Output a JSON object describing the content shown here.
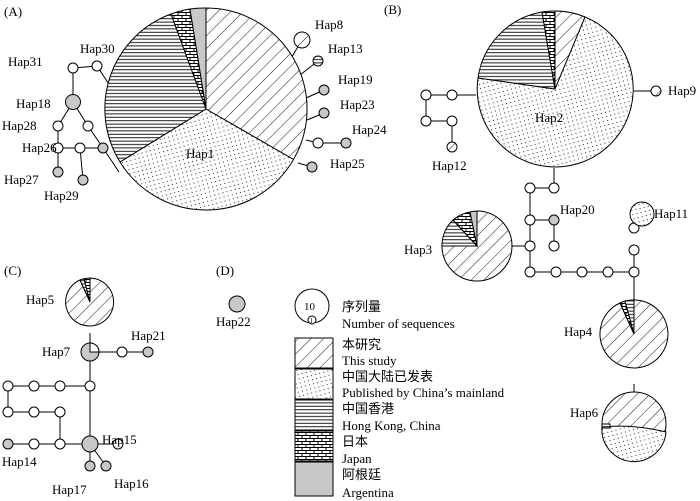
{
  "panels": {
    "a": "(A)",
    "b": "(B)",
    "c": "(C)",
    "d": "(D)"
  },
  "haplotypes": {
    "hap1": "Hap1",
    "hap2": "Hap2",
    "hap3": "Hap3",
    "hap4": "Hap4",
    "hap5": "Hap5",
    "hap6": "Hap6",
    "hap7": "Hap7",
    "hap8": "Hap8",
    "hap9": "Hap9",
    "hap11": "Hap11",
    "hap12": "Hap12",
    "hap13": "Hap13",
    "hap14": "Hap14",
    "hap15": "Hap15",
    "hap16": "Hap16",
    "hap17": "Hap17",
    "hap18": "Hap18",
    "hap19": "Hap19",
    "hap20": "Hap20",
    "hap21": "Hap21",
    "hap22": "Hap22",
    "hap23": "Hap23",
    "hap24": "Hap24",
    "hap25": "Hap25",
    "hap26": "Hap26",
    "hap27": "Hap27",
    "hap28": "Hap28",
    "hap29": "Hap29",
    "hap30": "Hap30",
    "hap31": "Hap31"
  },
  "legend": {
    "size_value": "10",
    "size_small_value": "1",
    "size_cn": "序列量",
    "size_en": "Number of sequences",
    "this_study_cn": "本研究",
    "this_study_en": "This study",
    "mainland_cn": "中国大陆已发表",
    "mainland_en": "Published by China’s mainland",
    "hk_cn": "中国香港",
    "hk_en": "Hong Kong, China",
    "japan_cn": "日本",
    "japan_en": "Japan",
    "argentina_cn": "阿根廷",
    "argentina_en": "Argentina"
  },
  "colors": {
    "argentina_fill": "#c8c8c8",
    "line": "#000000"
  }
}
